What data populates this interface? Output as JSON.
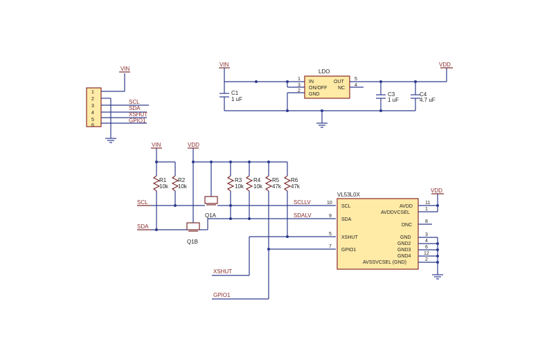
{
  "header": {
    "pins": [
      "1",
      "2",
      "3",
      "4",
      "5",
      "6"
    ],
    "nets": [
      "VIN",
      "SCL",
      "SDA",
      "XSHUT",
      "GPIO1"
    ]
  },
  "ldo": {
    "name": "LDO",
    "pins_left": [
      "IN",
      "ON/OFF",
      "GND"
    ],
    "pins_right": [
      "OUT",
      "NC"
    ],
    "pin_nums": [
      "1",
      "3",
      "2",
      "5",
      "4"
    ],
    "vin": "VIN",
    "vdd": "VDD",
    "c1": [
      "C1",
      "1 uF"
    ],
    "c3": [
      "C3",
      "1 uF"
    ],
    "c4": [
      "C4",
      "4.7 uF"
    ]
  },
  "pullups": {
    "vin": "VIN",
    "vdd": "VDD",
    "r1": [
      "R1",
      "10k"
    ],
    "r2": [
      "R2",
      "10k"
    ],
    "r3": [
      "R3",
      "10k"
    ],
    "r4": [
      "R4",
      "10k"
    ],
    "r5": [
      "R5",
      "47k"
    ],
    "r6": [
      "R6",
      "47k"
    ],
    "q1a": "Q1A",
    "q1b": "Q1B",
    "scl": "SCL",
    "sda": "SDA",
    "sclv": "SCLLV",
    "sdav": "SDALV",
    "xshut": "XSHUT",
    "gpio1": "GPIO1"
  },
  "sensor": {
    "name": "VL53L0X",
    "left": [
      "SCL",
      "SDA",
      "XSHUT",
      "GPIO1"
    ],
    "left_nums": [
      "10",
      "9",
      "5",
      "7"
    ],
    "right": [
      "AVDD",
      "AVDDVCSEL",
      "DNC",
      "GND",
      "GND2",
      "GND3",
      "GND4",
      "AVSSVCSEL (GND)"
    ],
    "right_nums": [
      "11",
      "1",
      "8",
      "3",
      "4",
      "6",
      "12",
      "2"
    ],
    "vdd": "VDD"
  },
  "colors": {
    "wire": "#2d3a8c",
    "part": "#8a2a2a",
    "ic_fill": "#ffeaa6"
  }
}
